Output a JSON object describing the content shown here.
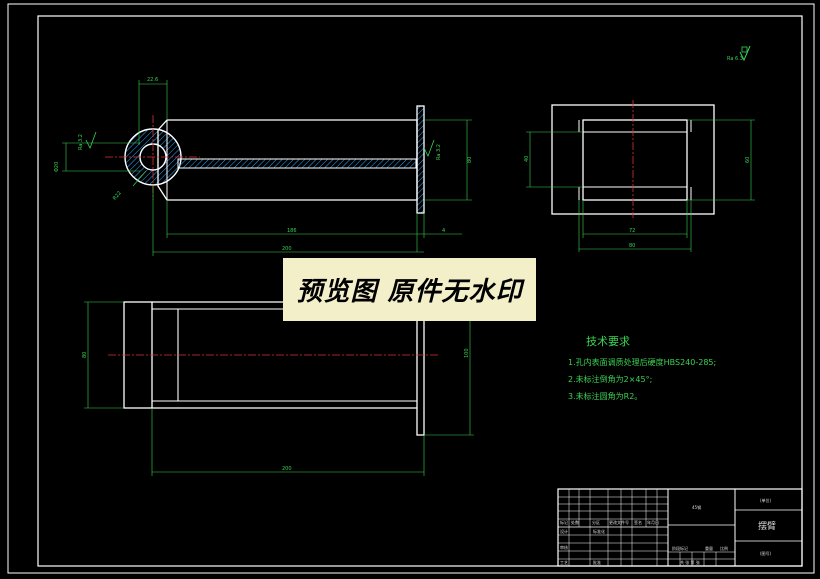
{
  "dimensions": {
    "top_width": "22.6",
    "diameter": "Φ20",
    "radius": "R22",
    "length_inner": "186",
    "length_total": "200",
    "flange": "4",
    "height": "80",
    "side_inner": "40",
    "side_outer": "60",
    "side_w1": "72",
    "side_w2": "80",
    "bottom_left": "80",
    "bottom_right": "100",
    "bottom_length": "200"
  },
  "roughness": {
    "top_right": "Ra 6.3",
    "left": "Ra 3.2",
    "right": "Ra 3.2"
  },
  "tech": {
    "title": "技术要求",
    "items": [
      "1.孔内表面调质处理后硬度HBS240-285;",
      "2.未标注倒角为2×45°;",
      "3.未标注圆角为R2。"
    ]
  },
  "title_block": {
    "part_name": "摆臂",
    "material": "45钢",
    "school": "(单位)",
    "drawing_no": "(图号)",
    "row_labels": [
      "标记",
      "处数",
      "分区",
      "更改文件号",
      "签名",
      "年月日"
    ],
    "design": "设计",
    "standard": "标准化",
    "stage": "阶段标记",
    "weight": "重量",
    "scale": "比例",
    "approve": "批准",
    "craft": "工艺",
    "check": "审核",
    "sheet": "共 张 第 张"
  },
  "watermark": "预览图 原件无水印",
  "colors": {
    "background": "#000000",
    "outline": "#ffffff",
    "dimension": "#39d353",
    "centerline": "#e03030",
    "hatch": "#2aa8ff",
    "watermark_bg": "#f3efc9"
  }
}
